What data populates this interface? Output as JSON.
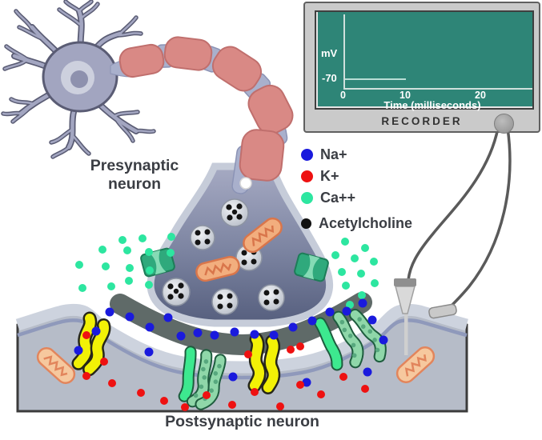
{
  "labels": {
    "presynaptic_line1": "Presynaptic",
    "presynaptic_line2": "neuron",
    "postsynaptic": "Postsynaptic neuron"
  },
  "legend": {
    "items": [
      {
        "name": "sodium-ion",
        "label": "Na+",
        "color": "#1a1add"
      },
      {
        "name": "potassium-ion",
        "label": "K+",
        "color": "#ee1111"
      },
      {
        "name": "calcium-ion",
        "label": "Ca++",
        "color": "#2de6a0"
      },
      {
        "name": "acetylcholine",
        "label": "Acetylcholine",
        "color": "#111111"
      }
    ]
  },
  "recorder": {
    "device_label": "RECORDER",
    "screen": {
      "screen_color": "#2e8577",
      "y_axis_label": "mV",
      "baseline_label": "-70",
      "x_ticks": [
        "0",
        "10",
        "20"
      ],
      "x_axis_label": "Time (milliseconds)",
      "trace": {
        "baseline_mV": -70,
        "flat_from_ms": 0,
        "flat_to_ms": 10
      }
    }
  },
  "colors": {
    "myelin": "#d98985",
    "node_of_ranvier": "#a9b0cc",
    "neuron_body": "#a2a5c0",
    "bouton_rim": "#c6ccd9",
    "membrane_band": "#cdd3de",
    "postsynaptic_cell": "#b6bcc8",
    "calcium_channel": "#2fa97c",
    "yellow_channel": "#f2f106",
    "receptor_green": "#3de98f",
    "mitochondrion": "#f6c89e"
  }
}
